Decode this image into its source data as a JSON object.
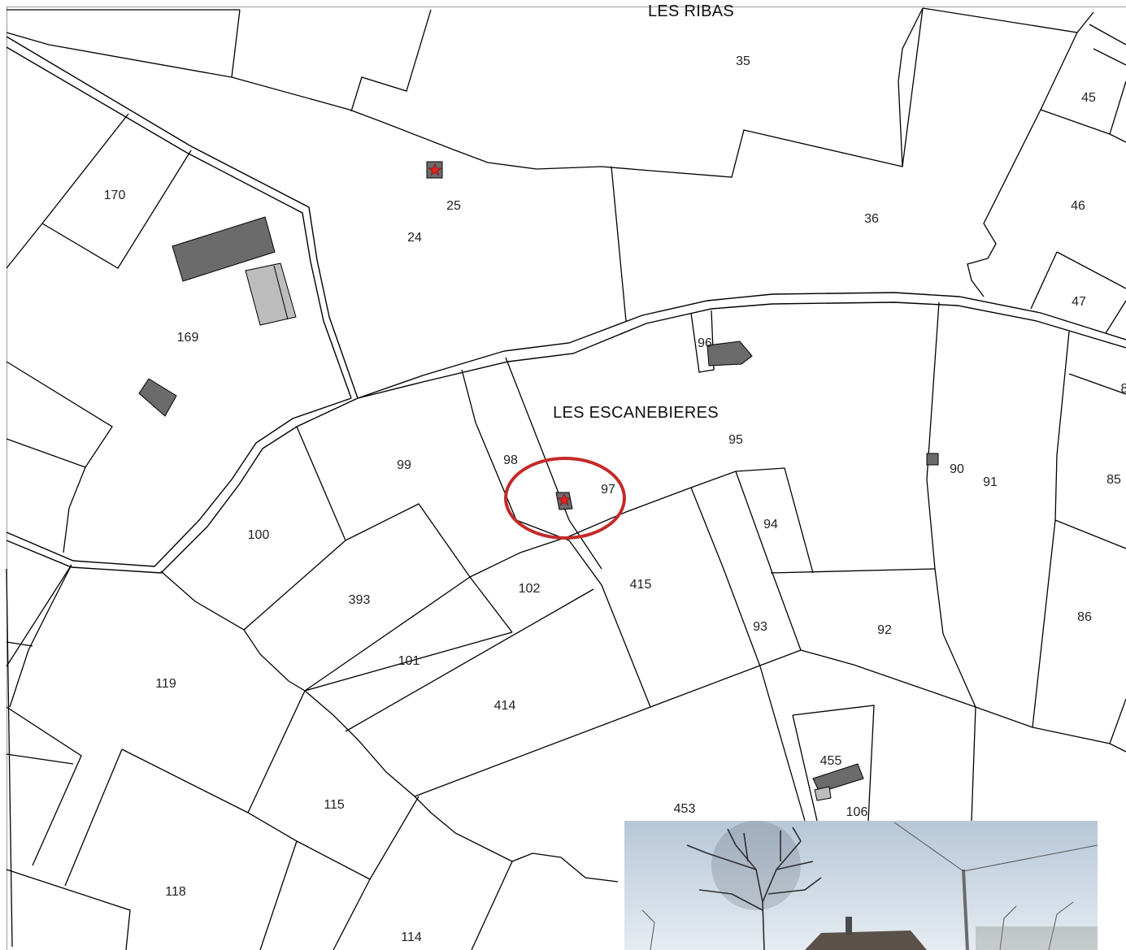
{
  "map": {
    "localities": [
      "LES RIBAS",
      "LES ESCANEBIERES"
    ],
    "parcels": [
      "35",
      "45",
      "46",
      "36",
      "47",
      "170",
      "25",
      "24",
      "169",
      "96",
      "8",
      "95",
      "90",
      "91",
      "85",
      "98",
      "99",
      "97",
      "94",
      "100",
      "393",
      "102",
      "415",
      "93",
      "92",
      "86",
      "119",
      "101",
      "414",
      "455",
      "115",
      "453",
      "106",
      "118",
      "114"
    ],
    "highlight_color": "#c42a2a",
    "marker_color": "#e3231f",
    "building_colors": [
      "#6b6b6b",
      "#bdbdbd"
    ],
    "markers": [
      "star-icon",
      "star-icon"
    ]
  }
}
